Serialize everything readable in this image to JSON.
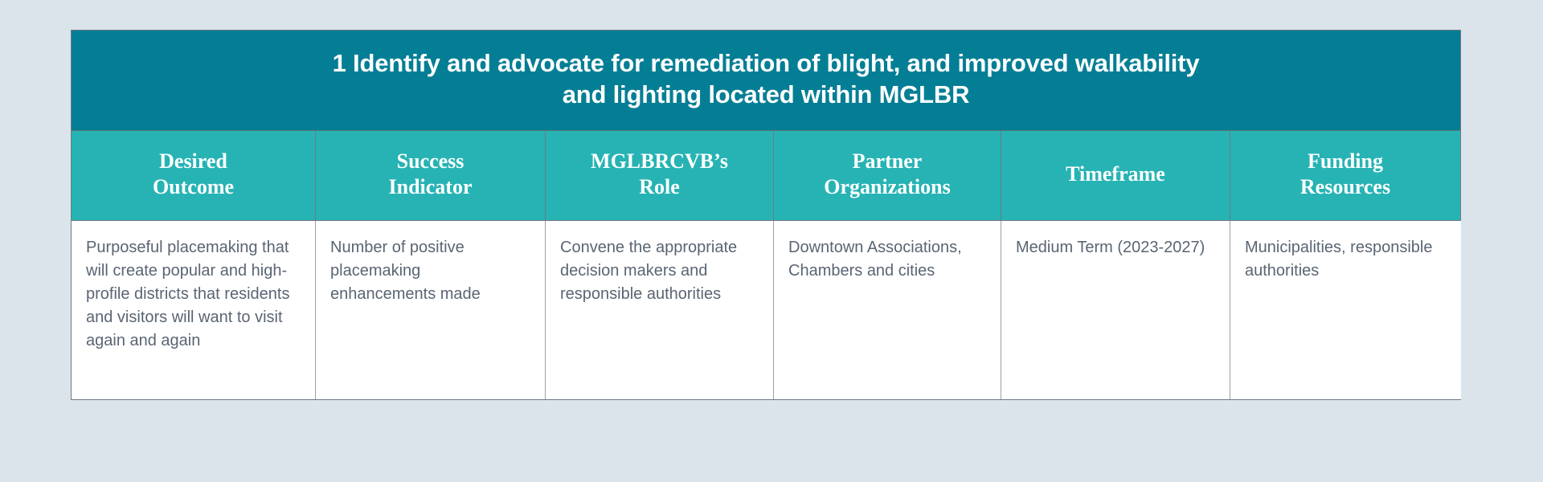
{
  "theme": {
    "page_background": "#dbe4ea",
    "title_band_color": "#047e95",
    "column_header_color": "#27b3b4",
    "body_background": "#ffffff",
    "body_text_color": "#5a6573",
    "border_color": "#6e7b85",
    "header_text_color": "#ffffff"
  },
  "table": {
    "title": "1 Identify and advocate for remediation of blight, and improved walkability\nand lighting located within MGLBR",
    "columns": [
      {
        "label": "Desired\nOutcome"
      },
      {
        "label": "Success\nIndicator"
      },
      {
        "label": "MGLBRCVB’s\nRole"
      },
      {
        "label": "Partner\nOrganizations"
      },
      {
        "label": "Timeframe"
      },
      {
        "label": "Funding\nResources"
      }
    ],
    "rows": [
      {
        "desired_outcome": "Purposeful placemaking that will create popular and high-profile districts that residents and visitors will want to visit again and again",
        "success_indicator": "Number of positive placemaking enhancements made",
        "mglbrcvb_role": "Convene the appropriate decision makers and responsible authorities",
        "partner_organizations": "Downtown Associations, Chambers and cities",
        "timeframe": "Medium Term (2023-2027)",
        "funding_resources": "Municipalities, responsible authorities"
      }
    ]
  }
}
